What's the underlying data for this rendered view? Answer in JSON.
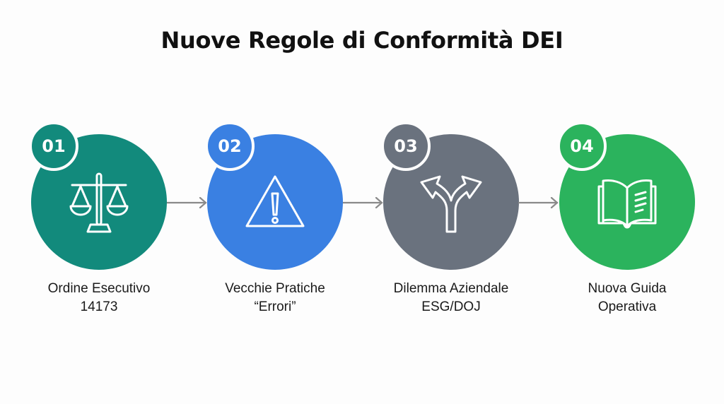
{
  "title": "Nuove Regole di Conformità DEI",
  "steps": [
    {
      "number": "01",
      "line1": "Ordine Esecutivo",
      "line2": "14173",
      "icon": "scales-of-justice-icon",
      "color": "#128a7c"
    },
    {
      "number": "02",
      "line1": "Vecchie Pratiche",
      "line2": "“Errori”",
      "icon": "warning-triangle-icon",
      "color": "#3a80e2"
    },
    {
      "number": "03",
      "line1": "Dilemma Aziendale",
      "line2": "ESG/DOJ",
      "icon": "split-arrow-icon",
      "color": "#6a727e"
    },
    {
      "number": "04",
      "line1": "Nuova Guida",
      "line2": "Operativa",
      "icon": "open-book-icon",
      "color": "#2bb35d"
    }
  ],
  "connector_color": "#8a8a8a"
}
